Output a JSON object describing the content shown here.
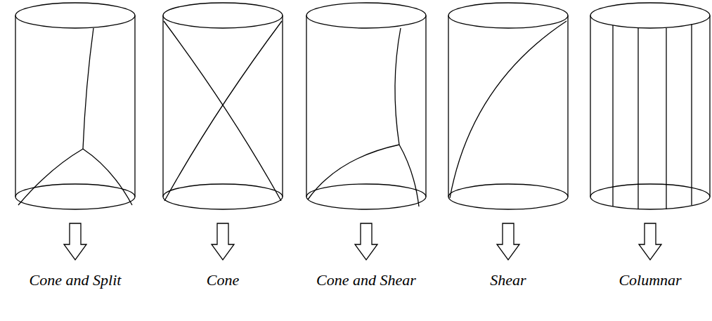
{
  "diagram": {
    "labels": [
      "Cone and Split",
      "Cone",
      "Cone and Shear",
      "Shear",
      "Columnar"
    ]
  }
}
